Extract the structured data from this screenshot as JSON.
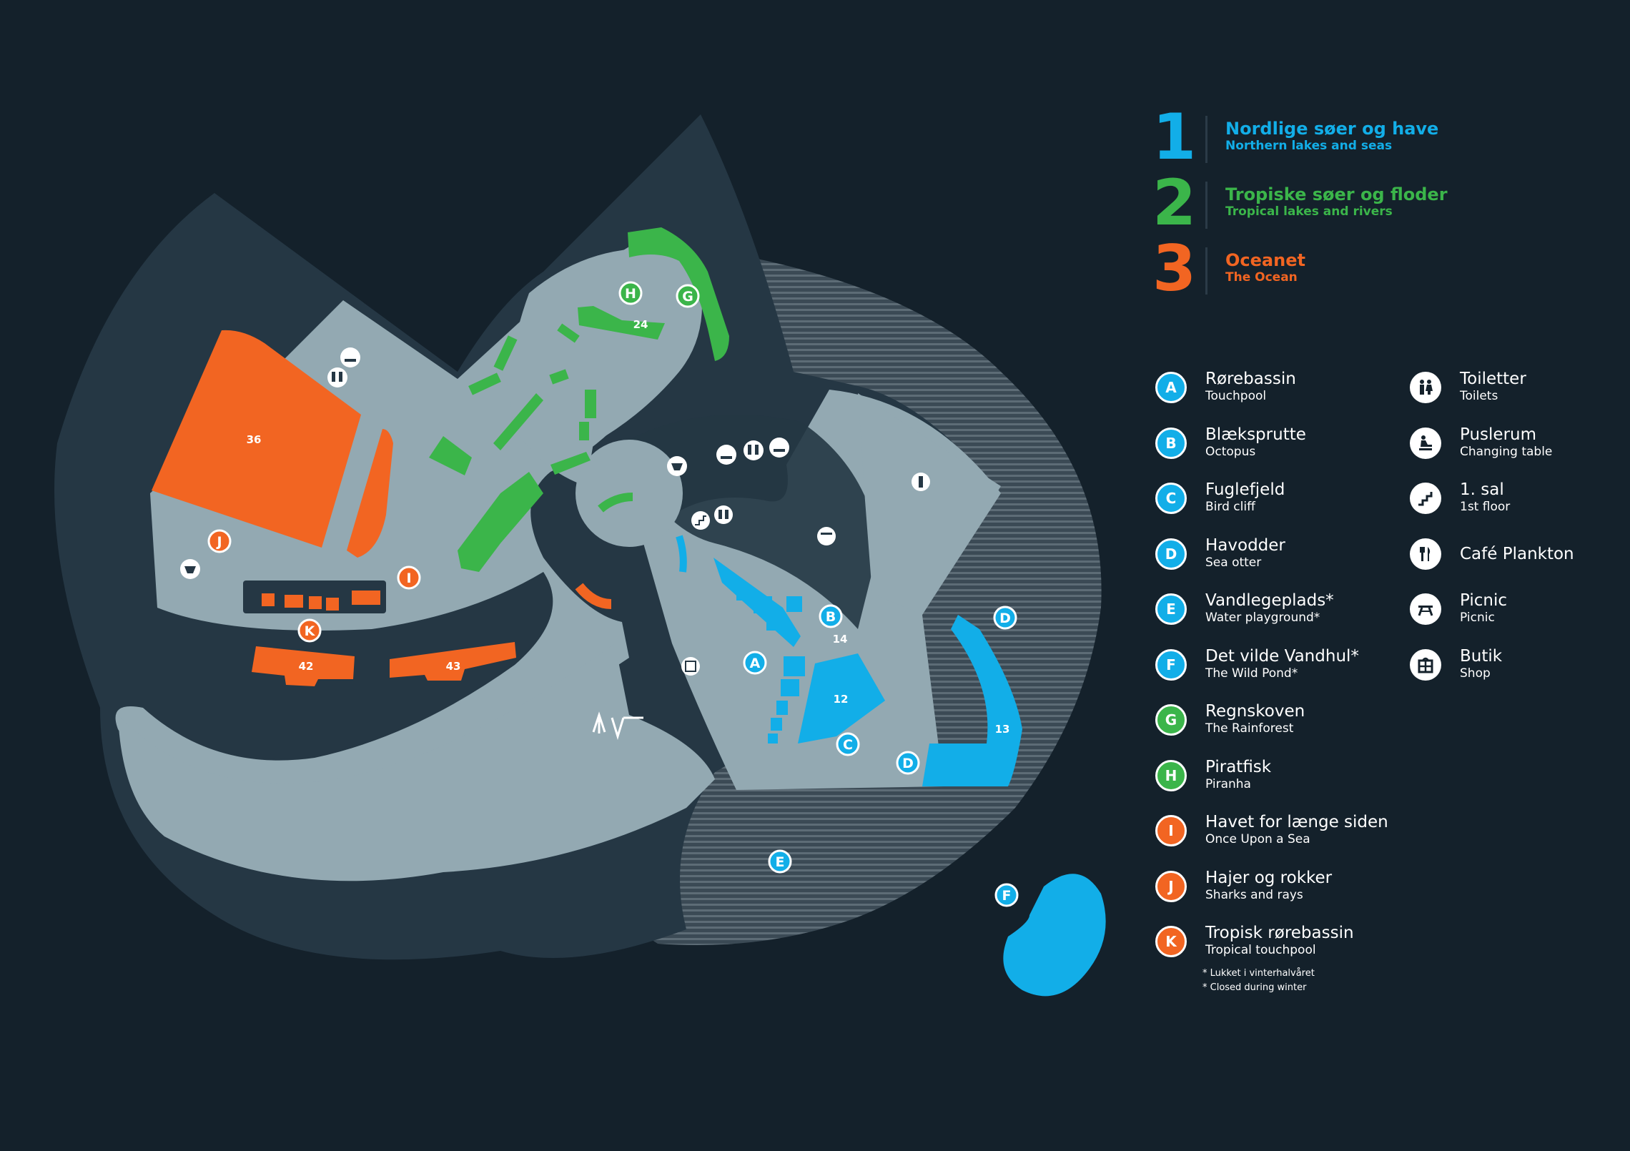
{
  "colors": {
    "background": "#14212b",
    "building": "#253744",
    "walkway": "#93a9b2",
    "north": "#12aee8",
    "tropical": "#3bb54a",
    "ocean": "#f26522",
    "white": "#ffffff"
  },
  "zones": [
    {
      "number": "1",
      "title": "Nordlige søer og have",
      "subtitle": "Northern lakes and seas",
      "color": "#12aee8"
    },
    {
      "number": "2",
      "title": "Tropiske søer og floder",
      "subtitle": "Tropical lakes and rivers",
      "color": "#3bb54a"
    },
    {
      "number": "3",
      "title": "Oceanet",
      "subtitle": "The Ocean",
      "color": "#f26522"
    }
  ],
  "legend": {
    "attractions": [
      {
        "letter": "A",
        "title": "Rørebassin",
        "subtitle": "Touchpool",
        "color": "#12aee8"
      },
      {
        "letter": "B",
        "title": "Blæksprutte",
        "subtitle": "Octopus",
        "color": "#12aee8"
      },
      {
        "letter": "C",
        "title": "Fuglefjeld",
        "subtitle": "Bird cliff",
        "color": "#12aee8"
      },
      {
        "letter": "D",
        "title": "Havodder",
        "subtitle": "Sea otter",
        "color": "#12aee8"
      },
      {
        "letter": "E",
        "title": "Vandlegeplads*",
        "subtitle": "Water playground*",
        "color": "#12aee8"
      },
      {
        "letter": "F",
        "title": "Det vilde Vandhul*",
        "subtitle": "The Wild Pond*",
        "color": "#12aee8"
      },
      {
        "letter": "G",
        "title": "Regnskoven",
        "subtitle": "The Rainforest",
        "color": "#3bb54a"
      },
      {
        "letter": "H",
        "title": "Piratfisk",
        "subtitle": "Piranha",
        "color": "#3bb54a"
      },
      {
        "letter": "I",
        "title": "Havet for længe siden",
        "subtitle": "Once Upon a Sea",
        "color": "#f26522"
      },
      {
        "letter": "J",
        "title": "Hajer og rokker",
        "subtitle": "Sharks and rays",
        "color": "#f26522"
      },
      {
        "letter": "K",
        "title": "Tropisk rørebassin",
        "subtitle": "Tropical touchpool",
        "color": "#f26522"
      }
    ],
    "facilities": [
      {
        "icon": "toilets-icon",
        "title": "Toiletter",
        "subtitle": "Toilets"
      },
      {
        "icon": "changing-table-icon",
        "title": "Puslerum",
        "subtitle": "Changing table"
      },
      {
        "icon": "stairs-icon",
        "title": "1. sal",
        "subtitle": "1st floor"
      },
      {
        "icon": "cafe-icon",
        "title": "Café Plankton",
        "subtitle": ""
      },
      {
        "icon": "picnic-icon",
        "title": "Picnic",
        "subtitle": "Picnic"
      },
      {
        "icon": "shop-icon",
        "title": "Butik",
        "subtitle": "Shop"
      }
    ],
    "footnotes": [
      "* Lukket i vinterhalvåret",
      "* Closed during winter"
    ]
  },
  "map": {
    "tank_labels": {
      "t36": "36",
      "t42": "42",
      "t43": "43",
      "t24": "24",
      "t14": "14",
      "t12": "12",
      "t13": "13"
    },
    "marker_letters": [
      "A",
      "B",
      "C",
      "D",
      "D",
      "E",
      "F",
      "G",
      "H",
      "I",
      "J",
      "K"
    ]
  }
}
